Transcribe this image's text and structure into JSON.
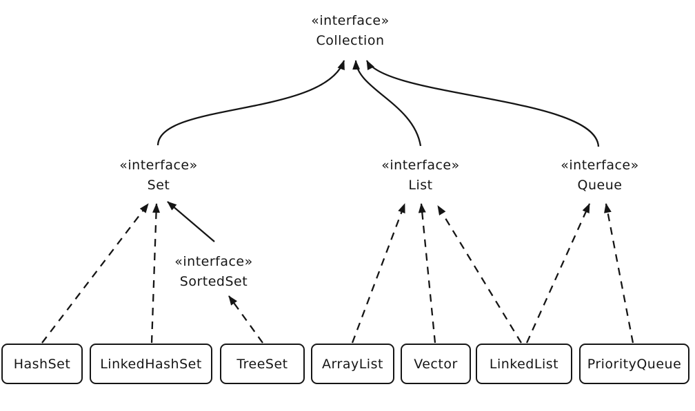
{
  "diagram": {
    "type": "uml-class-diagram",
    "subject": "Java Collections Framework hierarchy",
    "colors": {
      "background": "#ffffff",
      "ink": "#151515",
      "box_fill": "#ffffff"
    },
    "nodes": {
      "collection": {
        "stereotype": "«interface»",
        "name": "Collection"
      },
      "set": {
        "stereotype": "«interface»",
        "name": "Set"
      },
      "list": {
        "stereotype": "«interface»",
        "name": "List"
      },
      "queue": {
        "stereotype": "«interface»",
        "name": "Queue"
      },
      "sortedset": {
        "stereotype": "«interface»",
        "name": "SortedSet"
      }
    },
    "classes": [
      {
        "name": "HashSet"
      },
      {
        "name": "LinkedHashSet"
      },
      {
        "name": "TreeSet"
      },
      {
        "name": "ArrayList"
      },
      {
        "name": "Vector"
      },
      {
        "name": "LinkedList"
      },
      {
        "name": "PriorityQueue"
      }
    ],
    "relationships": [
      {
        "from": "Set",
        "to": "Collection",
        "style": "solid"
      },
      {
        "from": "List",
        "to": "Collection",
        "style": "solid"
      },
      {
        "from": "Queue",
        "to": "Collection",
        "style": "solid"
      },
      {
        "from": "SortedSet",
        "to": "Set",
        "style": "solid"
      },
      {
        "from": "HashSet",
        "to": "Set",
        "style": "dashed"
      },
      {
        "from": "LinkedHashSet",
        "to": "Set",
        "style": "dashed"
      },
      {
        "from": "TreeSet",
        "to": "SortedSet",
        "style": "dashed"
      },
      {
        "from": "ArrayList",
        "to": "List",
        "style": "dashed"
      },
      {
        "from": "Vector",
        "to": "List",
        "style": "dashed"
      },
      {
        "from": "LinkedList",
        "to": "List",
        "style": "dashed"
      },
      {
        "from": "LinkedList",
        "to": "Queue",
        "style": "dashed"
      },
      {
        "from": "PriorityQueue",
        "to": "Queue",
        "style": "dashed"
      }
    ]
  }
}
